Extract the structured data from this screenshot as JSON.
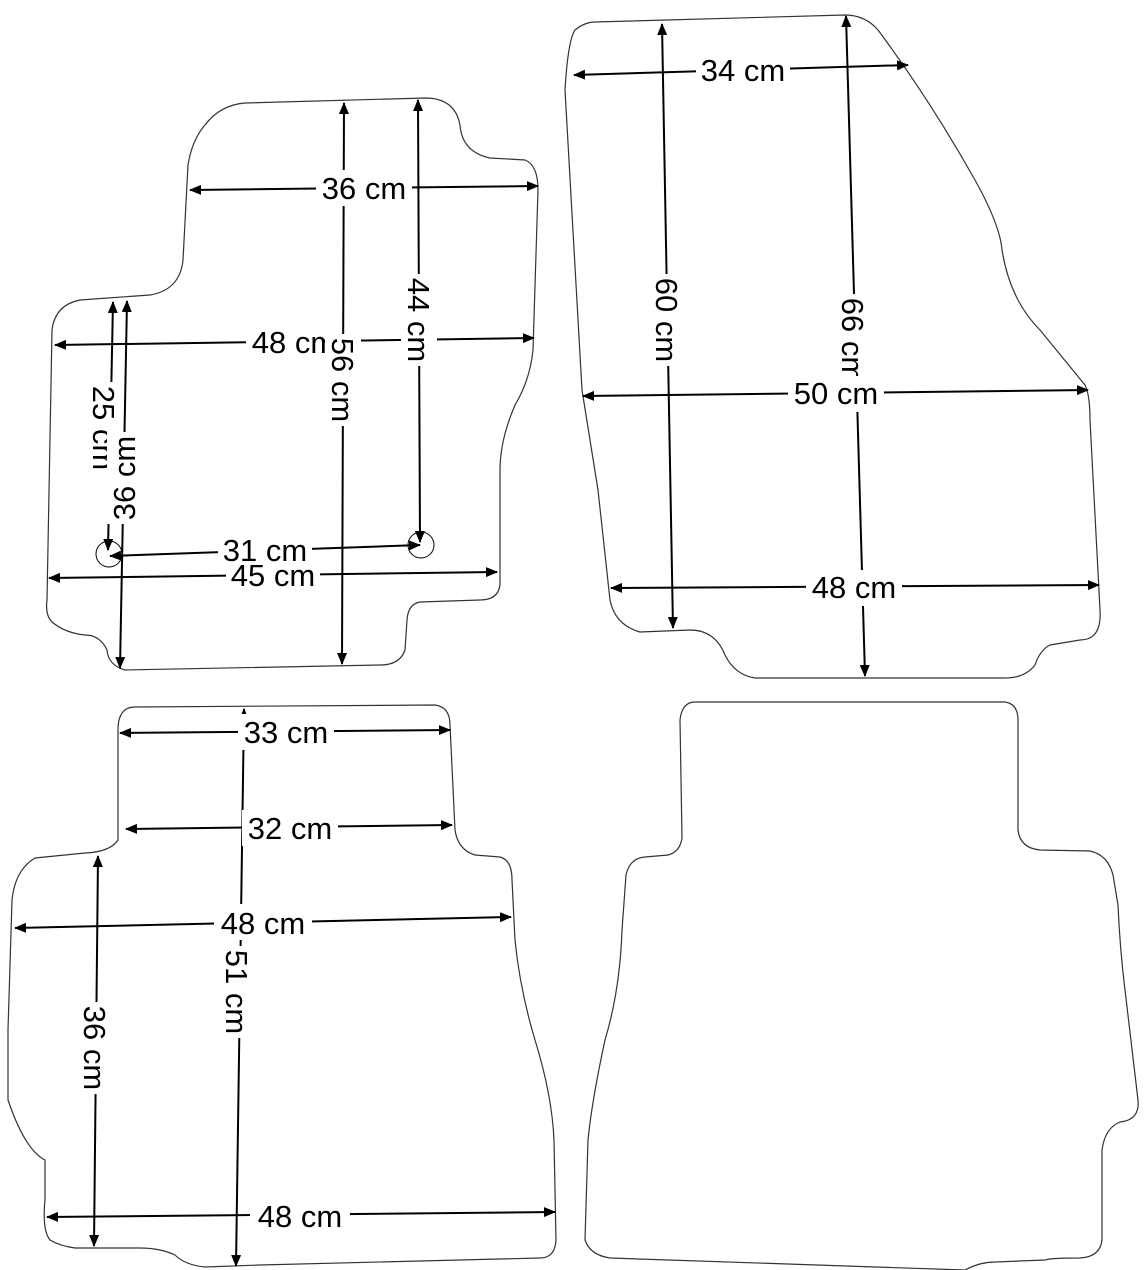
{
  "colors": {
    "outline": "#333333",
    "dimension": "#000000",
    "background": "#ffffff"
  },
  "mats": {
    "front_left": {
      "dims": {
        "top_width": "36 cm",
        "mid_width": "48 cm",
        "height": "56 cm",
        "inner_height": "44 cm",
        "left_short": "25 cm",
        "left_long": "36 cm",
        "hole_spacing": "31 cm",
        "bottom_width": "45 cm"
      }
    },
    "front_right": {
      "dims": {
        "top_width": "34 cm",
        "left_height": "60 cm",
        "height": "66 cm",
        "mid_width": "50 cm",
        "bottom_width": "48 cm"
      }
    },
    "rear_left": {
      "dims": {
        "top_width": "33 cm",
        "neck_width": "32 cm",
        "mid_width": "48 cm",
        "height": "51 cm",
        "left_height": "36 cm",
        "bottom_width": "48 cm"
      }
    }
  }
}
